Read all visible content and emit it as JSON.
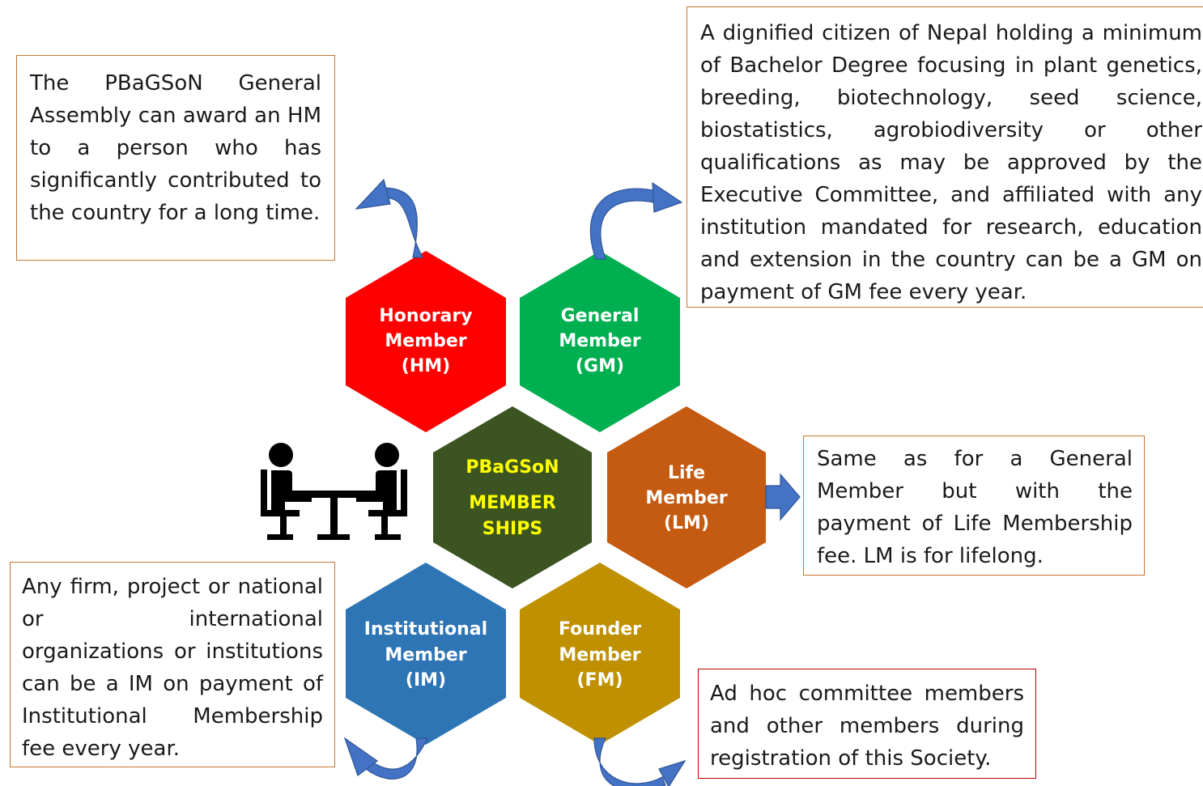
{
  "center": {
    "title": "PBaGSoN",
    "line2": "MEMBER",
    "line3": "SHIPS",
    "color": "#3b5422",
    "text_color": "#ffff00"
  },
  "hexagons": {
    "hm": {
      "line1": "Honorary",
      "line2": "Member",
      "line3": "(HM)",
      "color": "#ff0000"
    },
    "gm": {
      "line1": "General",
      "line2": "Member",
      "line3": "(GM)",
      "color": "#00b050"
    },
    "lm": {
      "line1": "Life",
      "line2": "Member",
      "line3": "(LM)",
      "color": "#c55a11"
    },
    "im": {
      "line1": "Institutional",
      "line2": "Member",
      "line3": "(IM)",
      "color": "#2e75b6"
    },
    "fm": {
      "line1": "Founder",
      "line2": "Member",
      "line3": "(FM)",
      "color": "#bf9000"
    }
  },
  "descriptions": {
    "hm": "The PBaGSoN General Assembly can award an HM to a person who has significantly contributed to the country for a long time.",
    "gm": "A dignified citizen of Nepal holding a minimum of Bachelor Degree focusing in plant genetics, breeding, biotechnology, seed science, biostatistics, agrobiodiversity or other qualifications as may be approved by the Executive Committee, and affiliated with any institution mandated for research, education and extension in the country can be a GM on payment of GM fee every year.",
    "lm": "Same as for a General Member but with the payment of Life Membership fee. LM is for lifelong.",
    "im": "Any firm, project or national or international organizations or institutions can be a IM on payment of Institutional Membership fee every year.",
    "fm": "Ad hoc committee members and other members during registration of this Society."
  },
  "icons": {
    "meeting": "people-at-table-icon",
    "arrows": "curved-arrow-icon"
  },
  "colors": {
    "arrow": "#4472c4",
    "box_border_orange": "#c8772d",
    "box_border_red": "#c00000",
    "hex_text": "#ffffff"
  }
}
